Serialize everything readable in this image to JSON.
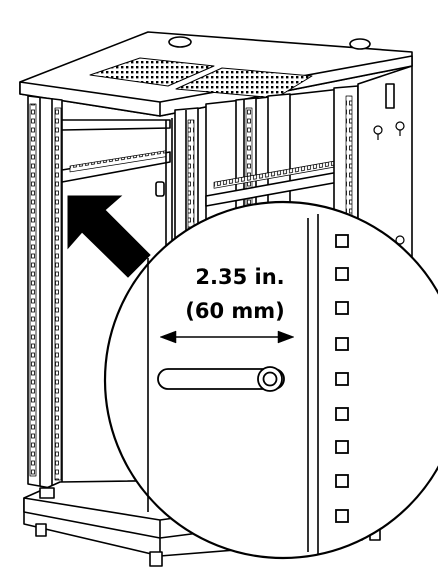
{
  "annotation": {
    "dimension_imperial": "2.35 in.",
    "dimension_metric": "(60 mm)"
  },
  "colors": {
    "line": "#000000",
    "background": "#ffffff"
  },
  "icons": [
    "rack-cabinet-drawing",
    "magnifier-callout",
    "pointer-arrow",
    "dimension-arrow",
    "mounting-slot",
    "square-hole"
  ]
}
